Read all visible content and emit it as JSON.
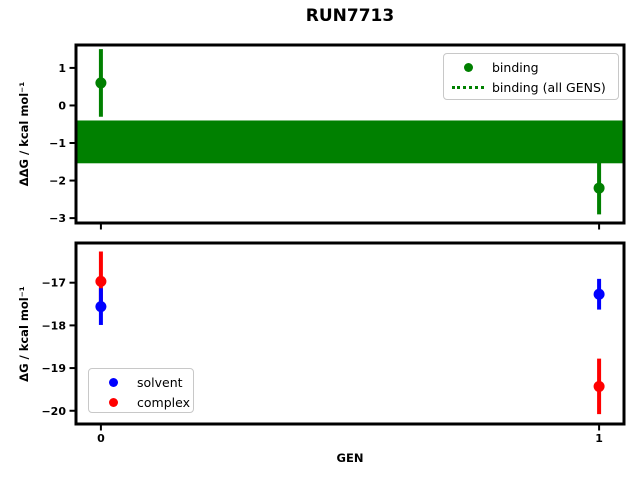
{
  "figure": {
    "title": "RUN7713",
    "background": "#ffffff",
    "frame_color": "#000000"
  },
  "chart_data": [
    {
      "type": "scatter",
      "title": "RUN7713",
      "ylabel": "ΔΔG / kcal mol⁻¹",
      "xlabel": "",
      "xlim": [
        -0.05,
        1.05
      ],
      "ylim": [
        -3.13,
        1.61
      ],
      "grid": false,
      "xtick_values": [
        0,
        1
      ],
      "xtick_labels": [
        "0",
        "1"
      ],
      "show_xtick_labels": false,
      "ytick_values": [
        1,
        0,
        -1,
        -2,
        -3
      ],
      "ytick_labels": [
        "1",
        "0",
        "−1",
        "−2",
        "−3"
      ],
      "band": {
        "label": "binding (all GENS)",
        "color": "#008000",
        "y_lo": -1.54,
        "y_hi": -0.4
      },
      "series": [
        {
          "name": "binding",
          "color": "#008000",
          "marker": "o",
          "x": [
            0,
            1
          ],
          "y": [
            0.6,
            -2.2
          ],
          "yerr": [
            0.9,
            0.7
          ]
        }
      ],
      "legend": {
        "position": "upper right",
        "entries": [
          {
            "label": "binding",
            "glyph": "dot",
            "color": "#008000"
          },
          {
            "label": "binding (all GENS)",
            "glyph": "dotted-line",
            "color": "#008000"
          }
        ]
      }
    },
    {
      "type": "scatter",
      "ylabel": "ΔG / kcal mol⁻¹",
      "xlabel": "GEN",
      "xlim": [
        -0.05,
        1.05
      ],
      "ylim": [
        -20.31,
        -16.07
      ],
      "grid": false,
      "xtick_values": [
        0,
        1
      ],
      "xtick_labels": [
        "0",
        "1"
      ],
      "show_xtick_labels": true,
      "ytick_values": [
        -17,
        -18,
        -19,
        -20
      ],
      "ytick_labels": [
        "−17",
        "−18",
        "−19",
        "−20"
      ],
      "series": [
        {
          "name": "solvent",
          "color": "#0000ff",
          "marker": "o",
          "x": [
            0,
            1
          ],
          "y": [
            -17.56,
            -17.27
          ],
          "yerr": [
            0.43,
            0.36
          ]
        },
        {
          "name": "complex",
          "color": "#ff0000",
          "marker": "o",
          "x": [
            0,
            1
          ],
          "y": [
            -16.97,
            -19.43
          ],
          "yerr": [
            0.7,
            0.65
          ]
        }
      ],
      "legend": {
        "position": "lower left",
        "entries": [
          {
            "label": "solvent",
            "glyph": "dot",
            "color": "#0000ff"
          },
          {
            "label": "complex",
            "glyph": "dot",
            "color": "#ff0000"
          }
        ]
      }
    }
  ]
}
